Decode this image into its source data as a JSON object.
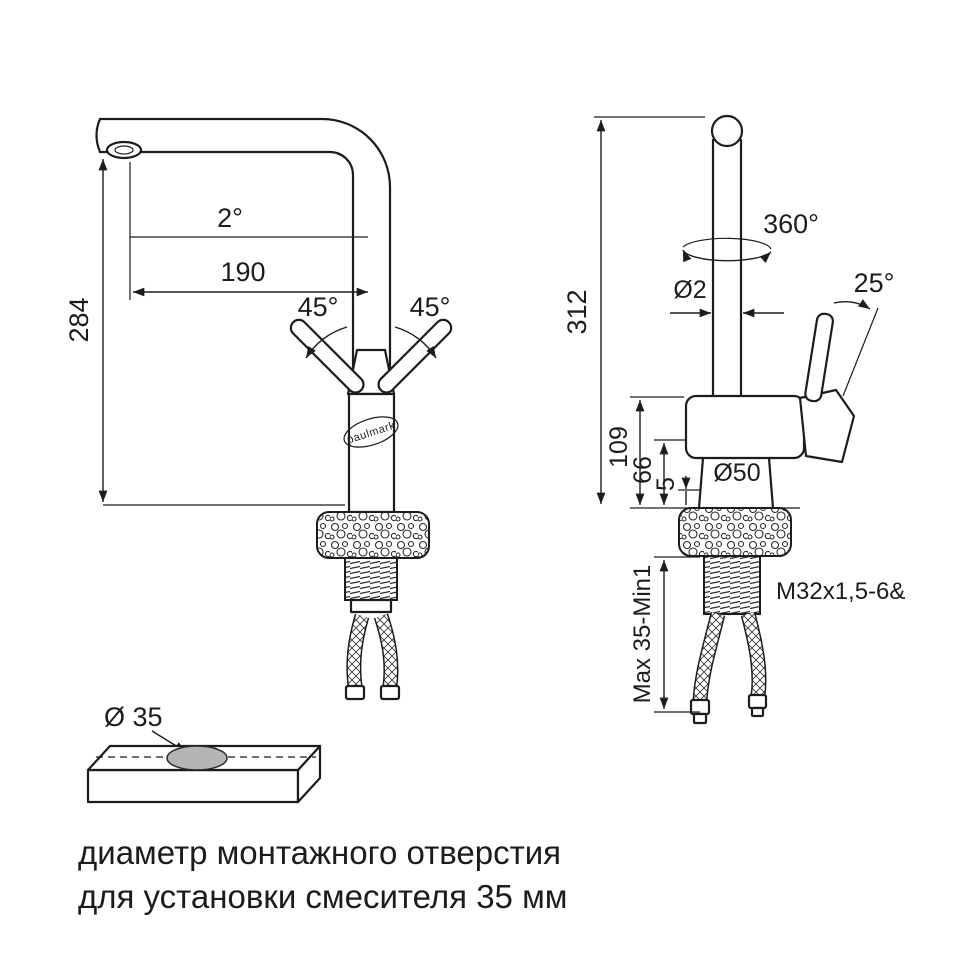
{
  "diagram": {
    "brand_logo": "paulmark",
    "left_view": {
      "height": "284",
      "spout_reach": "190",
      "spout_angle": "2°",
      "handle_angle_left": "45°",
      "handle_angle_right": "45°"
    },
    "right_view": {
      "total_height": "312",
      "body_height": "109",
      "base_height": "66",
      "gasket_height": "5",
      "base_diameter": "Ø50",
      "pipe_diameter": "Ø2",
      "spout_rotation": "360°",
      "handle_angle": "25°",
      "thread_spec": "M32x1,5-6&",
      "mounting_range": "Max 35-Min1"
    },
    "hole_detail": {
      "hole_diameter": "Ø 35"
    },
    "caption": {
      "line1": "диаметр монтажного отверстия",
      "line2": "для установки смесителя 35 мм"
    }
  }
}
